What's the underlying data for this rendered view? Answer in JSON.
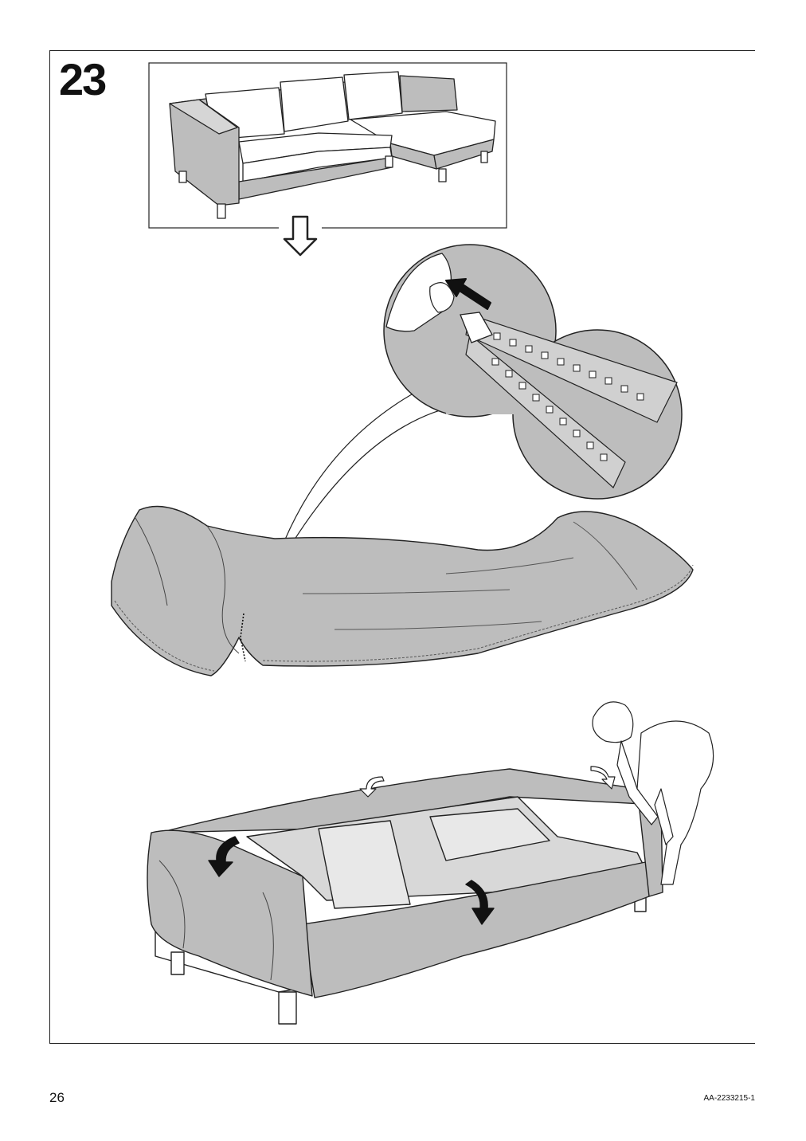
{
  "step": {
    "number": "23"
  },
  "footer": {
    "page_number": "26",
    "document_code": "AA-2233215-1"
  },
  "icons": {
    "step_direction": "hollow-down-arrow-icon",
    "zipper_close": "pull-arrow-icon",
    "fold_cover": "curved-down-arrow-icon"
  },
  "colors": {
    "fabric": "#bdbdbd",
    "fabric_dark": "#9e9e9e",
    "line": "#1a1a1a",
    "paper": "#ffffff"
  }
}
